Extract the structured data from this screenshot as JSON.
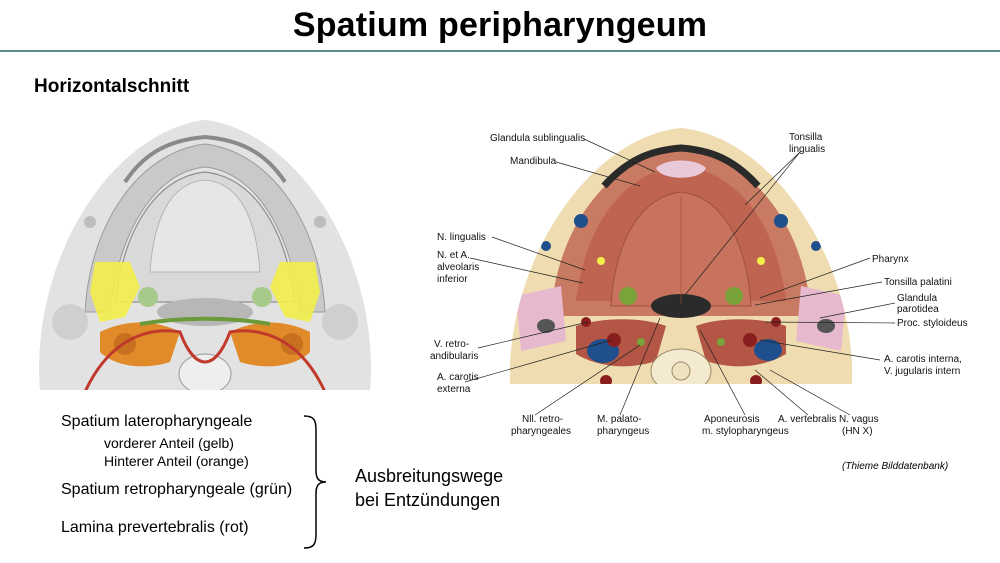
{
  "title": "Spatium peripharyngeum",
  "subtitle": "Horizontalschnitt",
  "legend": {
    "item1": "Spatium lateropharyngeale",
    "item1a": "vorderer Anteil (gelb)",
    "item1b": "Hinterer Anteil (orange)",
    "item2": "Spatium retropharyngeale (grün)",
    "item3": "Lamina prevertebralis (rot)"
  },
  "spread": {
    "line1": "Ausbreitungswege",
    "line2": "bei Entzündungen"
  },
  "credit": "(Thieme Bilddatenbank)",
  "labels": {
    "glandula_sublingualis": "Glandula sublingualis",
    "mandibula": "Mandibula",
    "tonsilla_lingualis_1": "Tonsilla",
    "tonsilla_lingualis_2": "lingualis",
    "n_lingualis": "N. lingualis",
    "n_alveolaris_1": "N. et A.",
    "n_alveolaris_2": "alveolaris",
    "n_alveolaris_3": "inferior",
    "pharynx": "Pharynx",
    "tonsilla_palatini": "Tonsilla palatini",
    "glandula_parotidea_1": "Glandula",
    "glandula_parotidea_2": "parotidea",
    "proc_styloideus": "Proc. styloideus",
    "v_retro_1": "V. retro-",
    "v_retro_2": "andibularis",
    "a_carotis_externa_1": "A. carotis",
    "a_carotis_externa_2": "externa",
    "a_carotis_interna_1": "A. carotis interna,",
    "a_carotis_interna_2": "V. jugularis intern",
    "nll_retro_1": "Nll. retro-",
    "nll_retro_2": "pharyngeales",
    "m_palato_1": "M. palato-",
    "m_palato_2": "pharyngeus",
    "aponeurosis_1": "Aponeurosis",
    "aponeurosis_2": "m. stylopharyngeus",
    "a_vertebralis": "A. vertebralis",
    "n_vagus_1": "N. vagus",
    "n_vagus_2": "(HN X)"
  },
  "colors": {
    "rule": "#5b8d8a",
    "yellow_space": "#f2ee4a",
    "orange_space": "#e08a2a",
    "green_space": "#7aa33a",
    "red_lamina": "#c0392b",
    "muscle": "#b5584a",
    "vessel_blue": "#1f4f8c"
  }
}
